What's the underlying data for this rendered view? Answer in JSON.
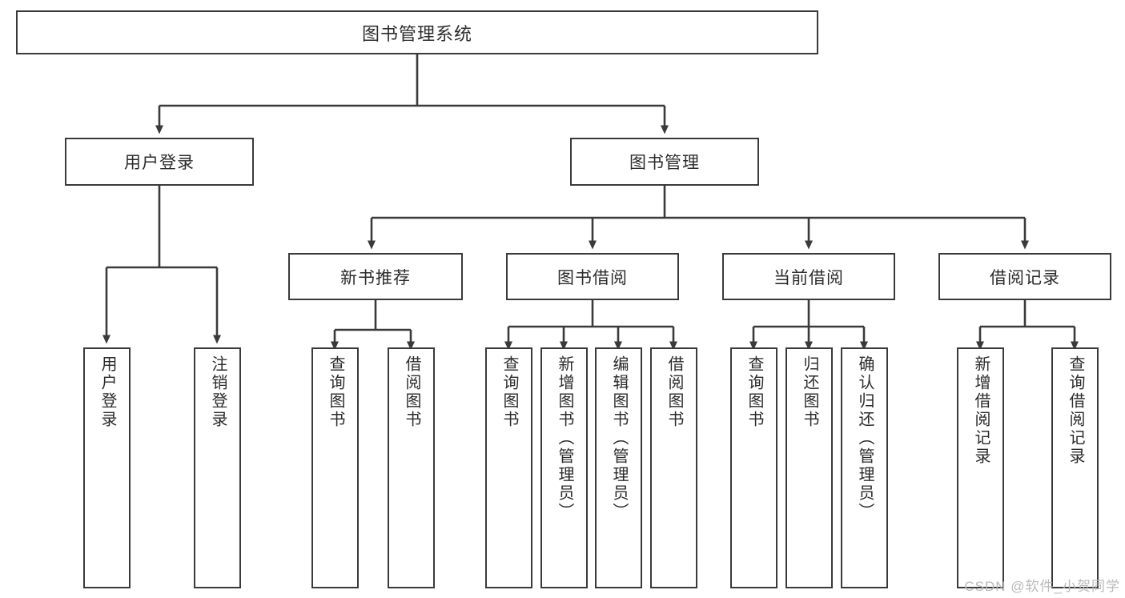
{
  "diagram": {
    "title": "图书管理系统",
    "type": "tree",
    "watermark": "CSDN @软件_小贺同学",
    "colors": {
      "box_border": "#3a3a3a",
      "box_fill": "#ffffff",
      "connector": "#3a3a3a",
      "text": "#2b2b2b",
      "watermark": "#b9b9b9"
    },
    "nodes": {
      "root": "图书管理系统",
      "level1": [
        {
          "label": "用户登录"
        },
        {
          "label": "图书管理"
        }
      ],
      "level2": [
        {
          "label": "新书推荐"
        },
        {
          "label": "图书借阅"
        },
        {
          "label": "当前借阅"
        },
        {
          "label": "借阅记录"
        }
      ],
      "leaves": {
        "user_login": [
          {
            "label": "用户登录"
          },
          {
            "label": "注销登录"
          }
        ],
        "new_book_recommend": [
          {
            "label": "查询图书"
          },
          {
            "label": "借阅图书"
          }
        ],
        "book_borrow": [
          {
            "label": "查询图书"
          },
          {
            "label": "新增图书（管理员）"
          },
          {
            "label": "编辑图书（管理员）"
          },
          {
            "label": "借阅图书"
          }
        ],
        "current_borrow": [
          {
            "label": "查询图书"
          },
          {
            "label": "归还图书"
          },
          {
            "label": "确认归还（管理员）"
          }
        ],
        "borrow_records": [
          {
            "label": "新增借阅记录"
          },
          {
            "label": "查询借阅记录"
          }
        ]
      }
    }
  }
}
